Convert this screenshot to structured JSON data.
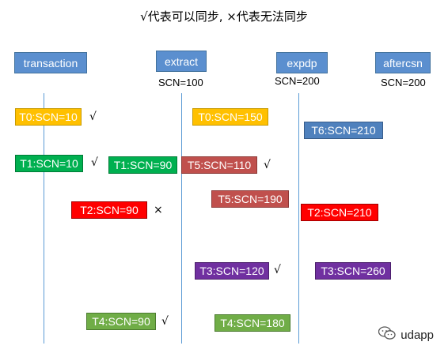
{
  "title": "√代表可以同步, ×代表无法同步",
  "headers": {
    "transaction": "transaction",
    "extract": "extract",
    "expdp": "expdp",
    "aftercsn": "aftercsn"
  },
  "scn_labels": {
    "extract": "SCN=100",
    "expdp": "SCN=200",
    "aftercsn": "SCN=200"
  },
  "transactions": {
    "t0_150": "T0:SCN=150",
    "t0_10": "T0:SCN=10",
    "t6_210": "T6:SCN=210",
    "t1_10": "T1:SCN=10",
    "t1_90": "T1:SCN=90",
    "t5_110": "T5:SCN=110",
    "t5_190": "T5:SCN=190",
    "t2_90": "T2:SCN=90",
    "t2_210": "T2:SCN=210",
    "t3_120": "T3:SCN=120",
    "t3_260": "T3:SCN=260",
    "t4_90": "T4:SCN=90",
    "t4_180": "T4:SCN=180"
  },
  "marks": {
    "check": "√",
    "cross": "×"
  },
  "watermark": {
    "text": "udapp",
    "icon": "wechat-icon"
  },
  "colors": {
    "header_blue": "#5b8fcf",
    "yellow": "#ffc000",
    "green": "#00b050",
    "red": "#ff0000",
    "rose": "#c0504d",
    "purple": "#7030a0",
    "light_green": "#70ad47",
    "blue": "#4f81bd"
  }
}
